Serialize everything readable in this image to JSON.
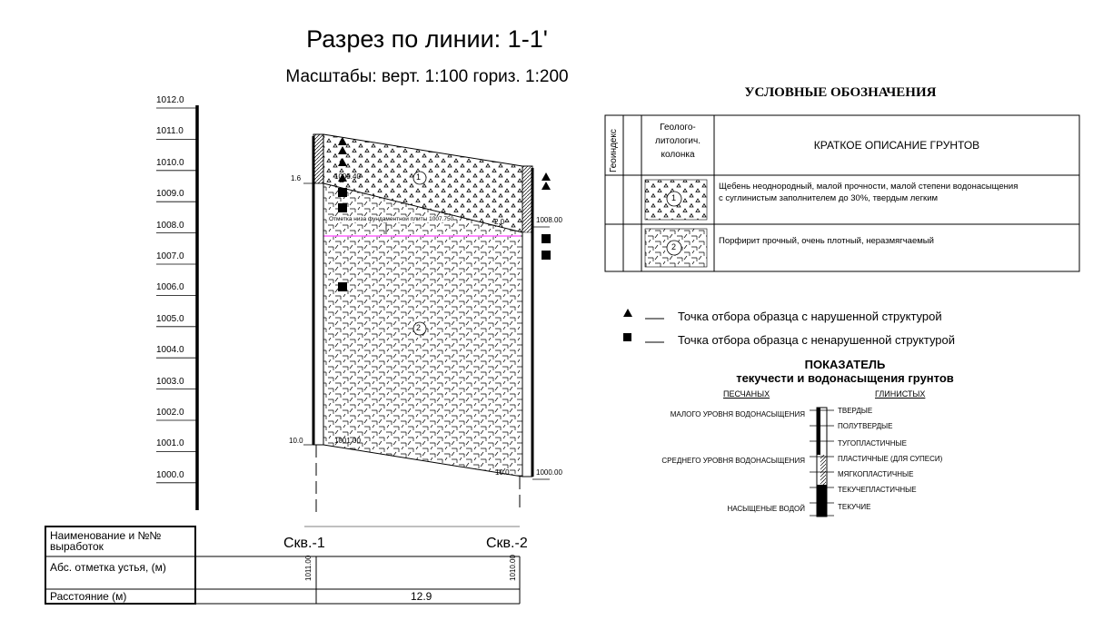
{
  "title": "Разрез по линии: 1-1'",
  "subtitle": "Масштабы: верт. 1:100  гориз. 1:200",
  "y_axis": {
    "ticks": [
      "1012.0",
      "1011.0",
      "1010.0",
      "1009.0",
      "1008.0",
      "1007.0",
      "1006.0",
      "1005.0",
      "1004.0",
      "1003.0",
      "1002.0",
      "1001.0",
      "1000.0"
    ]
  },
  "section": {
    "wells": {
      "w1": {
        "name": "Скв.-1",
        "mouth": "1011.00",
        "depth_top": "1.6",
        "depth_bottom": "10.0",
        "bottom_elev": "1001.00"
      },
      "w2": {
        "name": "Скв.-2",
        "mouth": "1010.00",
        "depth_top": "2.0",
        "depth_bottom": "10.0",
        "layer_elev": "1008.00",
        "bottom_elev": "1000.00"
      }
    },
    "contact_w1": "1009.40",
    "foundation_note": "Отметка низа фундаментной плиты 1007.750",
    "layer_labels": [
      "1",
      "2"
    ],
    "fill": {
      "foundation_line": "#ff66ff"
    }
  },
  "legend": {
    "title": "УСЛОВНЫЕ ОБОЗНАЧЕНИЯ",
    "header_index": "Геоиндекс",
    "header_column_lines": [
      "Геолого-",
      "литологич.",
      "колонка"
    ],
    "header_desc": "КРАТКОЕ ОПИСАНИЕ ГРУНТОВ",
    "rows": [
      {
        "num": "1",
        "desc": "Щебень неоднородный, малой прочности, малой степени водонасыщения с суглинистым заполнителем до 30%, твердым легким"
      },
      {
        "num": "2",
        "desc": "Порфирит прочный, очень плотный, неразмягчаемый"
      }
    ],
    "symbols": [
      {
        "icon": "triangle-icon",
        "label": "Точка отбора образца с нарушенной структурой"
      },
      {
        "icon": "square-icon",
        "label": "Точка отбора образца с ненарушенной структурой"
      }
    ]
  },
  "pokazatel": {
    "title": "ПОКАЗАТЕЛЬ",
    "subtitle": "текучести и водонасыщения грунтов",
    "col_sand": "ПЕСЧАНЫХ",
    "col_clay": "ГЛИНИСТЫХ",
    "sand_labels": [
      "МАЛОГО УРОВНЯ ВОДОНАСЫЩЕНИЯ",
      "СРЕДНЕГО УРОВНЯ ВОДОНАСЫЩЕНИЯ",
      "НАСЫЩЕНЫЕ  ВОДОЙ"
    ],
    "clay_labels": [
      "ТВЕРДЫЕ",
      "ПОЛУТВЕРДЫЕ",
      "ТУГОПЛАСТИЧНЫЕ",
      "ПЛАСТИЧНЫЕ  (ДЛЯ СУПЕСИ)",
      "МЯГКОПЛАСТИЧНЫЕ",
      "ТЕКУЧЕПЛАСТИЧНЫЕ",
      "ТЕКУЧИЕ"
    ]
  },
  "table": {
    "row1_label": "Наименование и №№ выработок",
    "row2_label": "Абс. отметка устья, (м)",
    "row3_label": "Расстояние (м)",
    "distance": "12.9"
  }
}
